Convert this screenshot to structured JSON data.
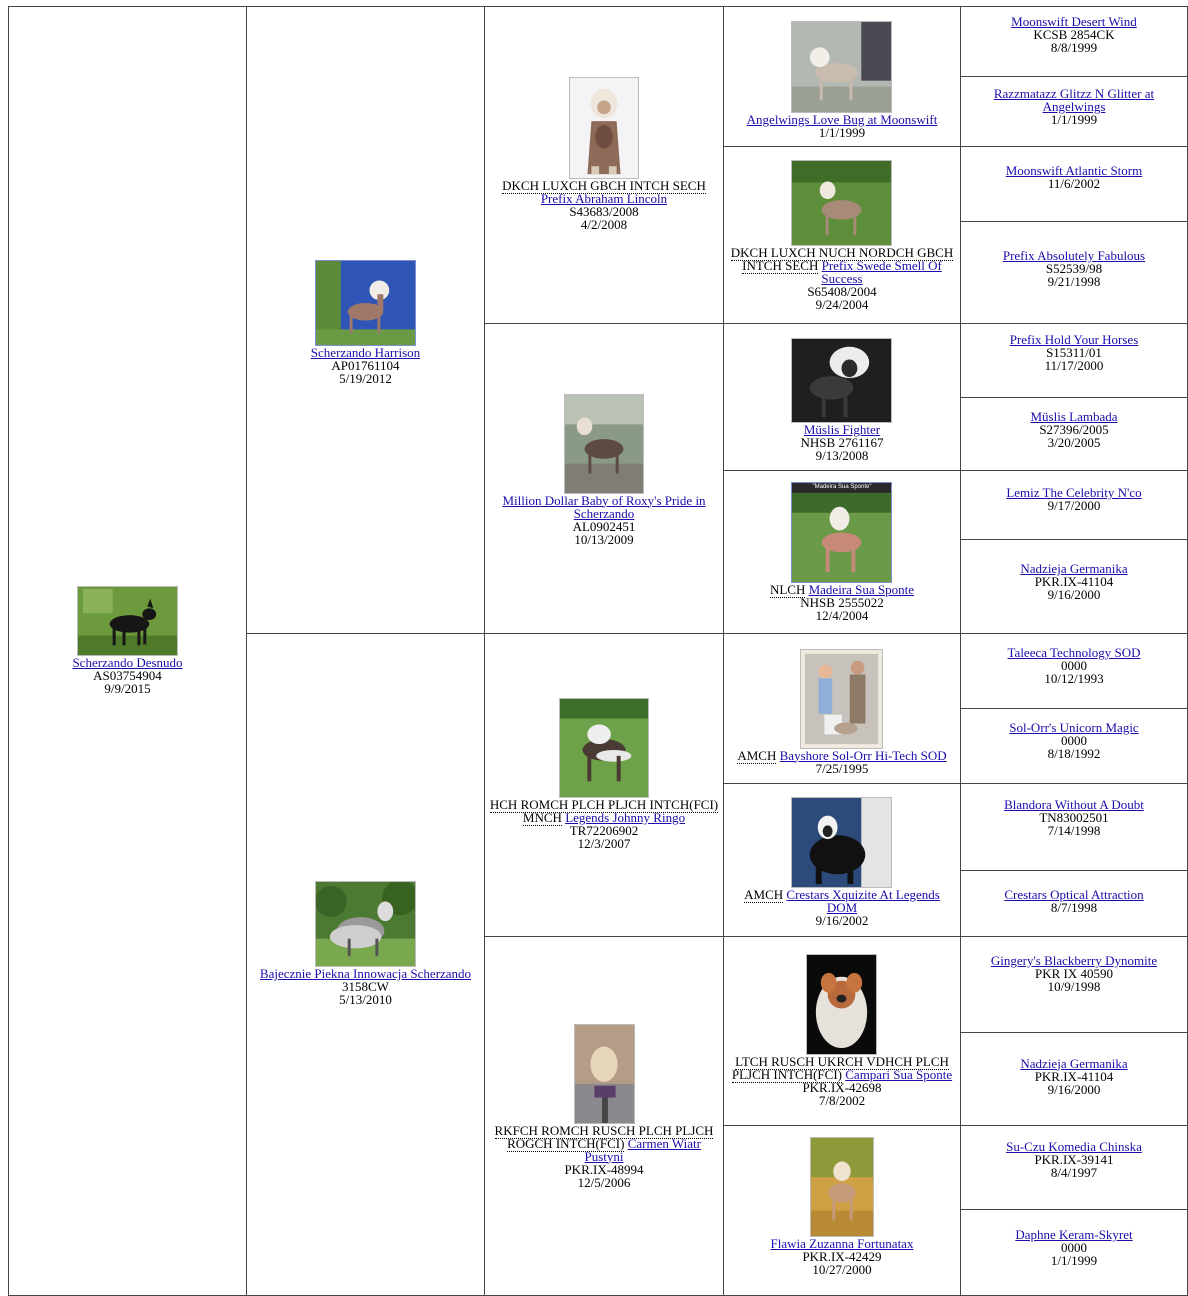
{
  "gen1": {
    "subject": {
      "name": "Scherzando Desnudo",
      "reg": "AS03754904",
      "dob": "9/9/2015",
      "photo": "black-dog-photo"
    }
  },
  "gen2": {
    "sire": {
      "name": "Scherzando Harrison",
      "reg": "AP01761104",
      "dob": "5/19/2012",
      "photo": "dog-photo"
    },
    "dam": {
      "name": "Bajecznie Piekna Innowacja Scherzando",
      "reg": "3158CW",
      "dob": "5/13/2010",
      "photo": "dog-photo"
    }
  },
  "gen3": [
    {
      "titles": "DKCH LUXCH GBCH INTCH SECH",
      "name": "Prefix Abraham Lincoln",
      "reg": "S43683/2008",
      "dob": "4/2/2008",
      "photo": "dog-photo"
    },
    {
      "titles": "",
      "name": "Million Dollar Baby of Roxy's Pride in Scherzando",
      "reg": "AL0902451",
      "dob": "10/13/2009",
      "photo": "dog-photo"
    },
    {
      "titles": "HCH ROMCH PLCH PLJCH INTCH(FCI) MNCH",
      "name": "Legends Johnny Ringo",
      "reg": "TR72206902",
      "dob": "12/3/2007",
      "photo": "dog-photo"
    },
    {
      "titles": "RKFCH ROMCH RUSCH PLCH PLJCH ROGCH INTCH(FCI)",
      "name": "Carmen Wiatr Pustyni",
      "reg": "PKR.IX-48994",
      "dob": "12/5/2006",
      "photo": "dog-photo"
    }
  ],
  "gen4": [
    {
      "titles": "",
      "name": "Angelwings Love Bug at Moonswift",
      "reg": "",
      "dob": "1/1/1999",
      "photo": "dog-photo"
    },
    {
      "titles": "DKCH LUXCH NUCH NORDCH GBCH INTCH SECH",
      "name": "Prefix Swede Smell Of Success",
      "reg": "S65408/2004",
      "dob": "9/24/2004",
      "photo": "dog-photo"
    },
    {
      "titles": "",
      "name": "Müslis Fighter",
      "reg": "NHSB 2761167",
      "dob": "9/13/2008",
      "photo": "dog-photo"
    },
    {
      "titles": "NLCH",
      "name": "Madeira Sua Sponte",
      "reg": "NHSB 2555022",
      "dob": "12/4/2004",
      "photo": "dog-photo",
      "photo_caption": "\"Madeira Sua Sponte\""
    },
    {
      "titles": "AMCH",
      "name": "Bayshore Sol-Orr Hi-Tech SOD",
      "reg": "",
      "dob": "7/25/1995",
      "photo": "show-photo"
    },
    {
      "titles": "AMCH",
      "name": "Crestars Xquizite At Legends DOM",
      "reg": "",
      "dob": "9/16/2002",
      "photo": "black-dog-photo"
    },
    {
      "titles": "LTCH RUSCH UKRCH VDHCH PLCH PLJCH INTCH(FCI)",
      "name": "Campari Sua Sponte",
      "reg": "PKR.IX-42698",
      "dob": "7/8/2002",
      "photo": "dog-photo"
    },
    {
      "titles": "",
      "name": "Flawia Zuzanna Fortunatax",
      "reg": "PKR.IX-42429",
      "dob": "10/27/2000",
      "photo": "dog-photo"
    }
  ],
  "gen5": [
    {
      "name": "Moonswift Desert Wind",
      "reg": "KCSB 2854CK",
      "dob": "8/8/1999"
    },
    {
      "name": "Razzmatazz Glitzz N Glitter at Angelwings",
      "reg": "",
      "dob": "1/1/1999"
    },
    {
      "name": "Moonswift Atlantic Storm",
      "reg": "",
      "dob": "11/6/2002"
    },
    {
      "name": "Prefix Absolutely Fabulous",
      "reg": "S52539/98",
      "dob": "9/21/1998"
    },
    {
      "name": "Prefix Hold Your Horses",
      "reg": "S15311/01",
      "dob": "11/17/2000"
    },
    {
      "name": "Müslis Lambada",
      "reg": "S27396/2005",
      "dob": "3/20/2005"
    },
    {
      "name": "Lemiz The Celebrity N'co",
      "reg": "",
      "dob": "9/17/2000"
    },
    {
      "name": "Nadzieja Germanika",
      "reg": "PKR.IX-41104",
      "dob": "9/16/2000"
    },
    {
      "name": "Taleeca Technology SOD",
      "reg": "0000",
      "dob": "10/12/1993"
    },
    {
      "name": "Sol-Orr's Unicorn Magic",
      "reg": "0000",
      "dob": "8/18/1992"
    },
    {
      "name": "Blandora Without A Doubt",
      "reg": "TN83002501",
      "dob": "7/14/1998"
    },
    {
      "name": "Crestars Optical Attraction",
      "reg": "",
      "dob": "8/7/1998"
    },
    {
      "name": "Gingery's Blackberry Dynomite",
      "reg": "PKR IX 40590",
      "dob": "10/9/1998"
    },
    {
      "name": "Nadzieja Germanika",
      "reg": "PKR.IX-41104",
      "dob": "9/16/2000"
    },
    {
      "name": "Su-Czu Komedia Chinska",
      "reg": "PKR.IX-39141",
      "dob": "8/4/1997"
    },
    {
      "name": "Daphne Keram-Skyret",
      "reg": "0000",
      "dob": "1/1/1999"
    }
  ]
}
